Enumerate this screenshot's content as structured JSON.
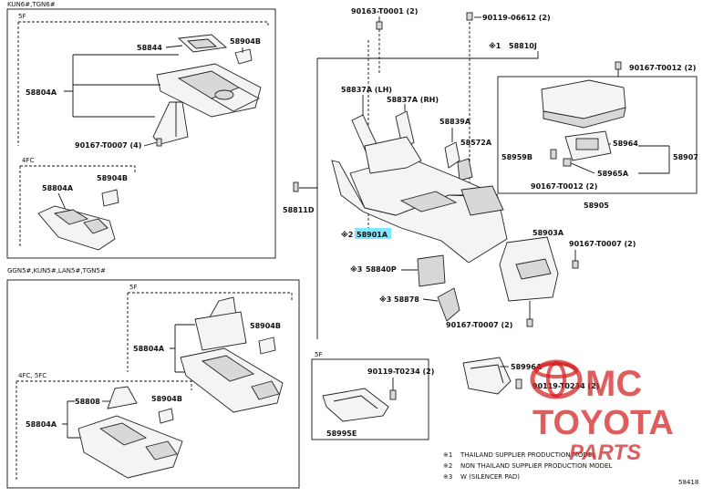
{
  "top_left_header": "KUN6#,TGN6#",
  "groups": {
    "g5f_top": "5F",
    "g4fc_top": "4FC",
    "ggn_header": "GGN5#,KUN5#,LAN5#,TGN5#",
    "g5f_bottom": "5F",
    "g4fc5fc": "4FC, 5FC",
    "g5f_inset": "5F"
  },
  "parts": {
    "p58844": "58844",
    "p58904B_1": "58904B",
    "p58804A_1": "58804A",
    "p90167T0007_4": "90167-T0007 (4)",
    "p58804A_2": "58804A",
    "p58904B_2": "58904B",
    "p58804A_3": "58804A",
    "p58904B_3": "58904B",
    "p58808": "58808",
    "p58904B_4": "58904B",
    "p58804A_4": "58804A",
    "p90163T0001": "90163-T0001 (2)",
    "p90119_06612": "90119-06612 (2)",
    "p58810J": "58810J",
    "p58810J_mark": "※1",
    "p90167T0012_a": "90167-T0012 (2)",
    "p58837A": "58837A (LH)",
    "p58837A_RH": "58837A (RH)",
    "p58839A": "58839A",
    "p58572A": "58572A",
    "p58964": "58964",
    "p58959B": "58959B",
    "p58907": "58907",
    "p58965A": "58965A",
    "p90167T0012_b": "90167-T0012 (2)",
    "p58905": "58905",
    "p58811D": "58811D",
    "p58901A_mark": "※2",
    "p58901A": "58901A",
    "p58903A": "58903A",
    "p90167T0007_2a": "90167-T0007 (2)",
    "p58840P_mark": "※3",
    "p58840P": "58840P",
    "p58878_mark": "※3",
    "p58878": "58878",
    "p90167T0007_2b": "90167-T0007 (2)",
    "p58996A": "58996A",
    "p90119T0234_a": "90119-T0234 (2)",
    "p90119T0234_b": "90119-T0234 (2)",
    "p58995E": "58995E"
  },
  "notes": [
    {
      "mark": "※1",
      "text": "THAILAND SUPPLIER PRODUCTION MODEL"
    },
    {
      "mark": "※2",
      "text": "NON THAILAND SUPPLIER PRODUCTION MODEL"
    },
    {
      "mark": "※3",
      "text": "W (SILENCER PAD)"
    }
  ],
  "diagram_id": "58418",
  "watermark": {
    "line1": "MC",
    "line2": "TOYOTA",
    "line3": "PARTS"
  },
  "highlight_color": "#7fe7ff",
  "watermark_color": "#d21f1f"
}
